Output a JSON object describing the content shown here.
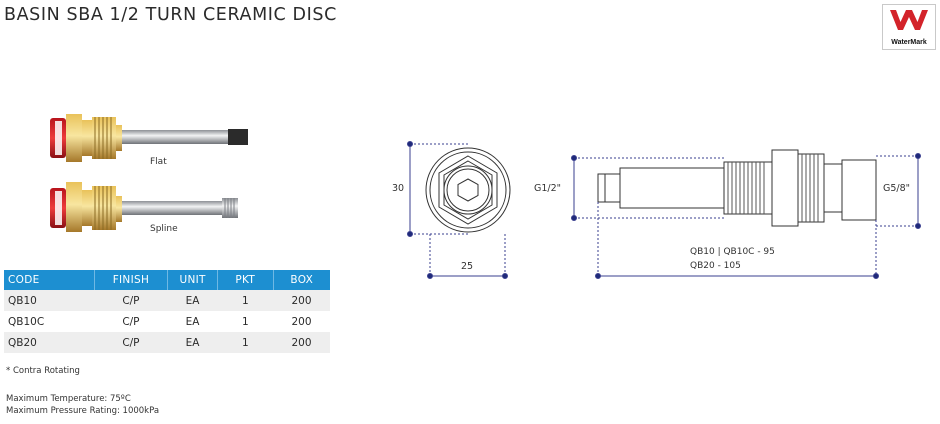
{
  "header": {
    "title": "BASIN SBA 1/2 TURN CERAMIC DISC"
  },
  "logo": {
    "text": "WaterMark",
    "color": "#d3232a"
  },
  "products": [
    {
      "label": "Flat"
    },
    {
      "label": "Spline"
    }
  ],
  "table": {
    "header_color": "#1d8fd1",
    "columns": [
      "CODE",
      "FINISH",
      "UNIT",
      "PKT",
      "BOX"
    ],
    "rows": [
      [
        "QB10",
        "C/P",
        "EA",
        "1",
        "200"
      ],
      [
        "QB10C",
        "C/P",
        "EA",
        "1",
        "200"
      ],
      [
        "QB20",
        "C/P",
        "EA",
        "1",
        "200"
      ]
    ]
  },
  "notes": {
    "contra": "* Contra Rotating",
    "temperature": "Maximum Temperature: 75ºC",
    "pressure": "Maximum Pressure Rating: 1000kPa"
  },
  "drawing": {
    "height_dim": "30",
    "width_dim": "25",
    "thread_left": "G1/2\"",
    "thread_right": "G5/8\"",
    "length_line1": "QB10 | QB10C - 95",
    "length_line2": "QB20 - 105"
  }
}
